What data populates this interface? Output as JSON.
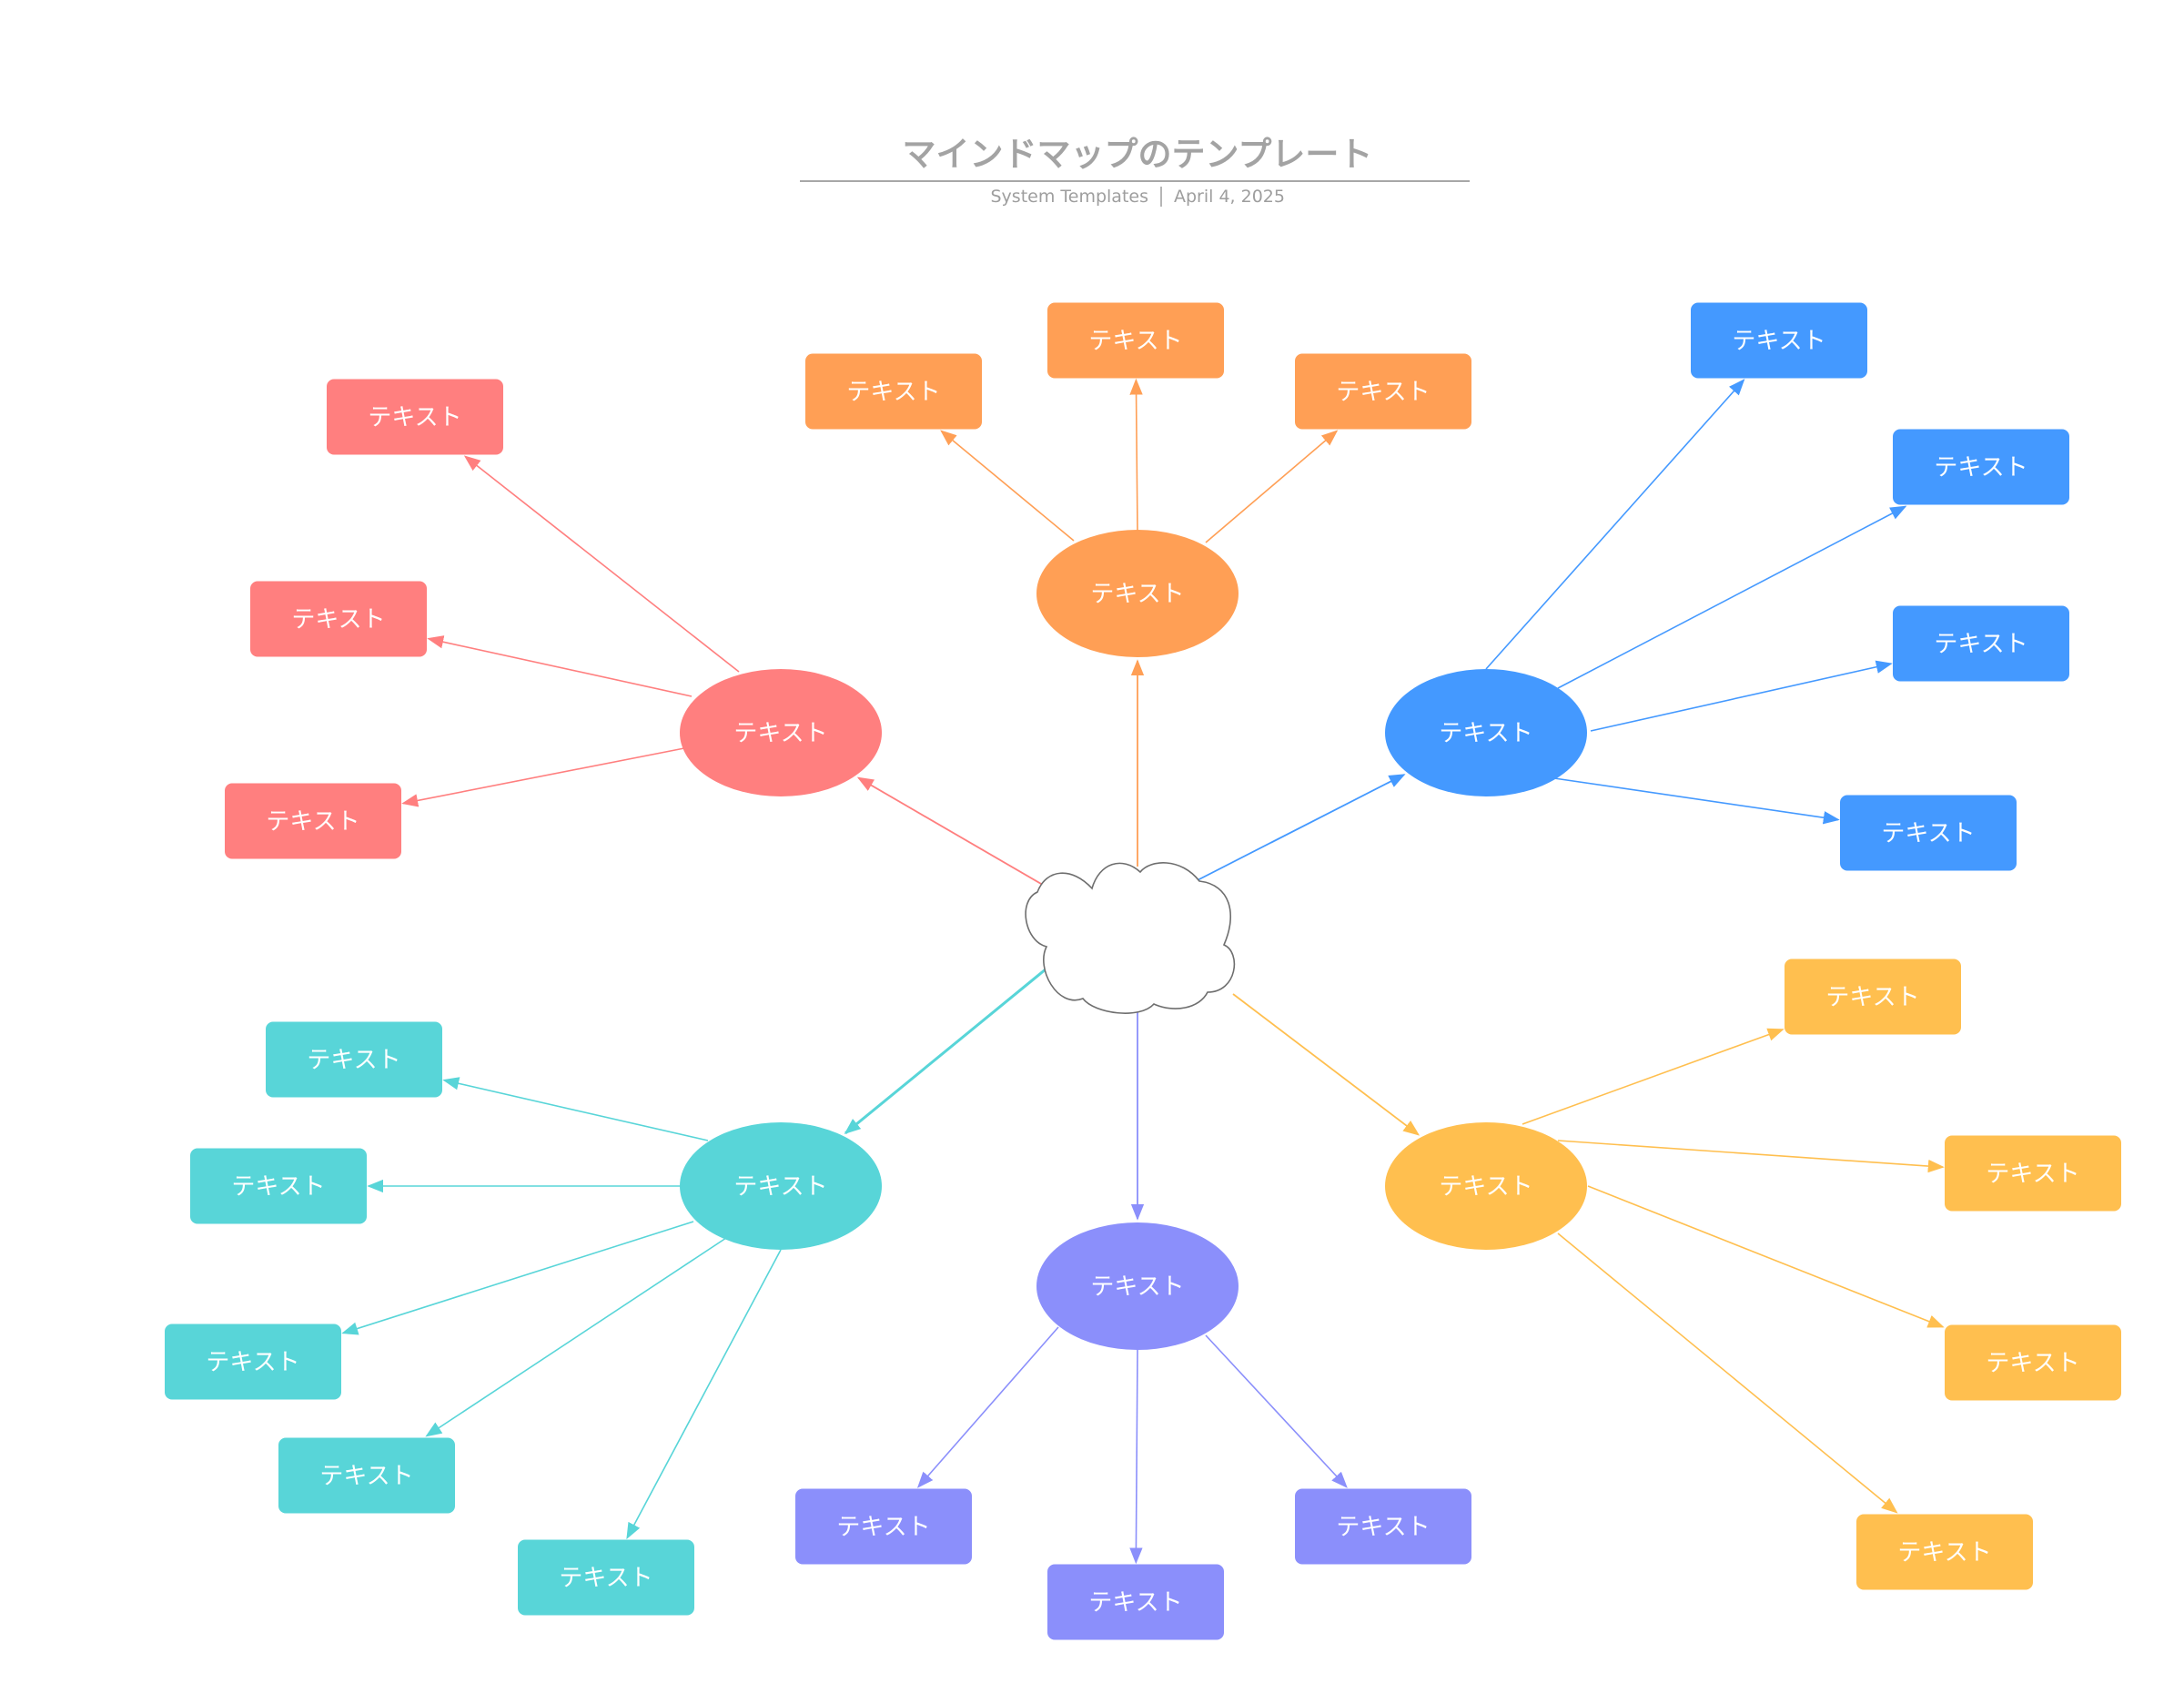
{
  "header": {
    "title": "マインドマップのテンプレート",
    "subtitle_source": "System Templates",
    "subtitle_date": "April 4, 2025"
  },
  "colors": {
    "red": "#FF7F7F",
    "orange": "#FF9F55",
    "blue": "#4499FF",
    "teal": "#58D5D8",
    "purple": "#8B8FFB",
    "yellow": "#FFBF4F",
    "title_gray": "#A3A3A3",
    "cloud_stroke": "#6E6E6E"
  },
  "central": {
    "label": "",
    "shape": "cloud"
  },
  "branches": [
    {
      "id": "orange",
      "color": "orange",
      "label": "テキスト",
      "children": [
        "テキスト",
        "テキスト",
        "テキスト"
      ]
    },
    {
      "id": "red",
      "color": "red",
      "label": "テキスト",
      "children": [
        "テキスト",
        "テキスト",
        "テキスト"
      ]
    },
    {
      "id": "blue",
      "color": "blue",
      "label": "テキスト",
      "children": [
        "テキスト",
        "テキスト",
        "テキスト",
        "テキスト"
      ]
    },
    {
      "id": "teal",
      "color": "teal",
      "label": "テキスト",
      "children": [
        "テキスト",
        "テキスト",
        "テキスト",
        "テキスト",
        "テキスト"
      ]
    },
    {
      "id": "purple",
      "color": "purple",
      "label": "テキスト",
      "children": [
        "テキスト",
        "テキスト",
        "テキスト"
      ]
    },
    {
      "id": "yellow",
      "color": "yellow",
      "label": "テキスト",
      "children": [
        "テキスト",
        "テキスト",
        "テキスト",
        "テキスト"
      ]
    }
  ]
}
